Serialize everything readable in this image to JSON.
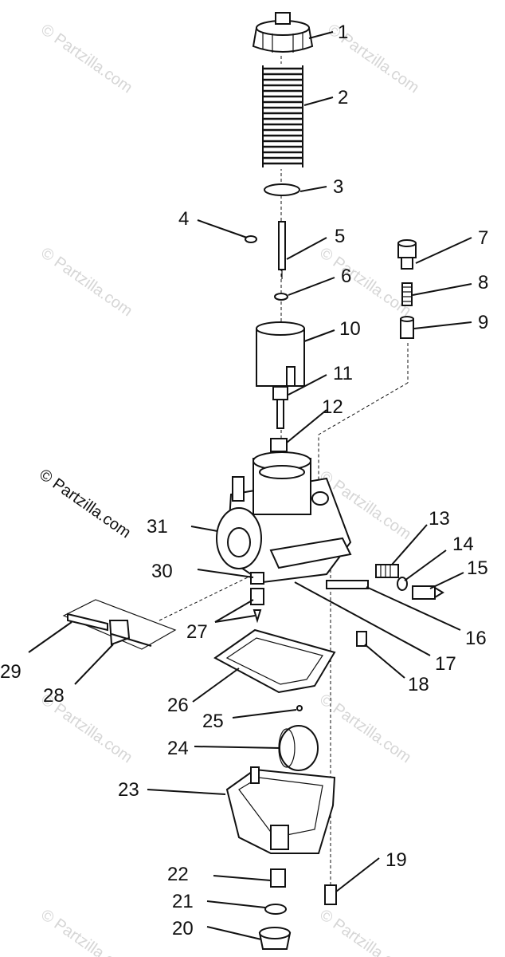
{
  "diagram": {
    "watermark": "© Partzilla.com",
    "callouts": [
      "1",
      "2",
      "3",
      "4",
      "5",
      "6",
      "7",
      "8",
      "9",
      "10",
      "11",
      "12",
      "13",
      "14",
      "15",
      "16",
      "17",
      "18",
      "19",
      "20",
      "21",
      "22",
      "23",
      "24",
      "25",
      "26",
      "27",
      "28",
      "29",
      "30",
      "31"
    ]
  }
}
